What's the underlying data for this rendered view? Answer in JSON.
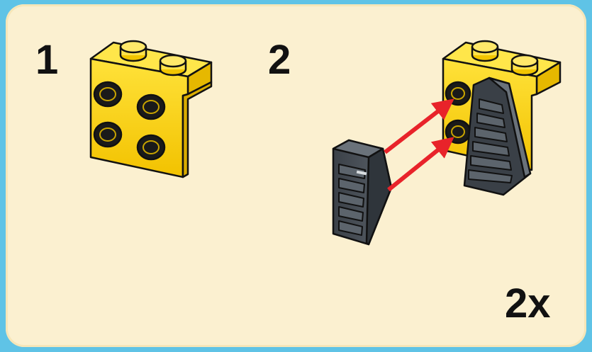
{
  "steps": [
    {
      "number": "1"
    },
    {
      "number": "2"
    }
  ],
  "multiplier": "2x",
  "colors": {
    "background": "#5fc3e6",
    "panel": "#fbf0d0",
    "brick_yellow": "#f7d51c",
    "brick_dark": "#4a5058",
    "arrow_red": "#e8232a"
  },
  "icons": [
    "bracket-brick-icon",
    "slope-grille-tile-icon",
    "red-arrow-icon"
  ]
}
